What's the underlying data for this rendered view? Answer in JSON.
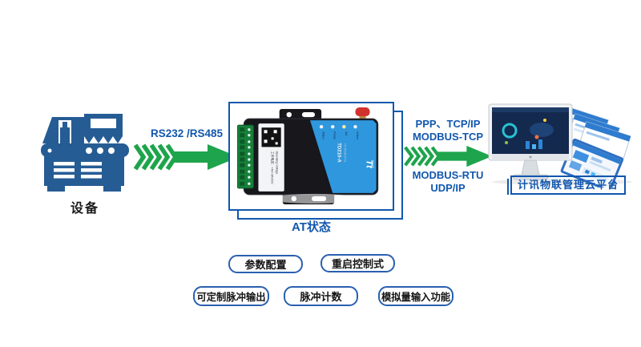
{
  "diagram": {
    "colors": {
      "accent_blue": "#1157ae",
      "arrow_green": "#1ea44c",
      "machine_blue": "#265c94",
      "dtu_panel_blue": "#2f97dd",
      "antenna_red": "#d1322e"
    },
    "device": {
      "label": "设备"
    },
    "link_left": {
      "label": "RS232 /RS485"
    },
    "dtu": {
      "box_label": "AT状态",
      "model": "TD210-A",
      "sub_model": "TD-PD08 DTU",
      "brand": "Tt",
      "brand_sub": "Top-iot",
      "voltage_label": "工作电压：+5V-35VDC",
      "voltage_label_en": "Operating Voltage",
      "leds": [
        "Status",
        "Power",
        "Act",
        "Online"
      ]
    },
    "link_right": {
      "labels_top": [
        "PPP、TCP/IP",
        "MODBUS-TCP"
      ],
      "labels_bottom": [
        "MODBUS-RTU",
        "UDP/IP"
      ]
    },
    "platform": {
      "label": "计讯物联管理云平台"
    },
    "features": [
      "参数配置",
      "重启控制式",
      "可定制脉冲输出",
      "脉冲计数",
      "模拟量输入功能"
    ]
  }
}
